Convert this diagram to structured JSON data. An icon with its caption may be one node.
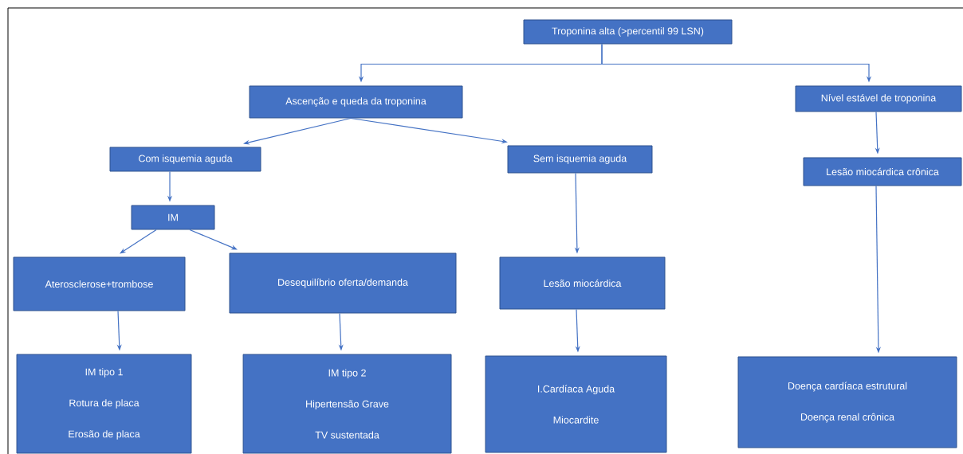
{
  "diagram": {
    "nodes": [
      {
        "text": [
          "Troponina alta (>percentil 99 LSN)"
        ]
      },
      {
        "text": [
          "Ascenção e queda da troponina"
        ]
      },
      {
        "text": [
          "Nível estável de troponina"
        ]
      },
      {
        "text": [
          "Com isquemia aguda"
        ]
      },
      {
        "text": [
          "Sem isquemia aguda"
        ]
      },
      {
        "text": [
          "Lesão miocárdica crônica"
        ]
      },
      {
        "text": [
          "IM"
        ]
      },
      {
        "text": [
          "Aterosclerose+trombose"
        ]
      },
      {
        "text": [
          "Desequilíbrio oferta/demanda"
        ]
      },
      {
        "text": [
          "Lesão miocárdica"
        ]
      },
      {
        "text": [
          "IM tipo 1",
          "Rotura de placa",
          "Erosão de placa"
        ]
      },
      {
        "text": [
          "IM tipo 2",
          "Hipertensão Grave",
          "TV sustentada"
        ]
      },
      {
        "text": [
          "I.Cardíaca Aguda",
          "Miocardite"
        ]
      },
      {
        "text": [
          "Doença cardíaca estrutural",
          "Doença renal crônica"
        ]
      }
    ],
    "edges": [
      {
        "from": 0,
        "to": 1,
        "arrow": "to"
      },
      {
        "from": 0,
        "to": 2,
        "arrow": "to"
      },
      {
        "from": 1,
        "to": 3,
        "arrow": "to"
      },
      {
        "from": 1,
        "to": 4,
        "arrow": "to"
      },
      {
        "from": 2,
        "to": 5,
        "arrow": "to"
      },
      {
        "from": 3,
        "to": 6,
        "arrow": "to"
      },
      {
        "from": 6,
        "to": 7,
        "arrow": "to"
      },
      {
        "from": 6,
        "to": 8,
        "arrow": "to"
      },
      {
        "from": 4,
        "to": 9,
        "arrow": "to"
      },
      {
        "from": 7,
        "to": 10,
        "arrow": "to"
      },
      {
        "from": 8,
        "to": 11,
        "arrow": "to"
      },
      {
        "from": 9,
        "to": 12,
        "arrow": "to"
      },
      {
        "from": 5,
        "to": 13,
        "arrow": "to"
      }
    ]
  }
}
